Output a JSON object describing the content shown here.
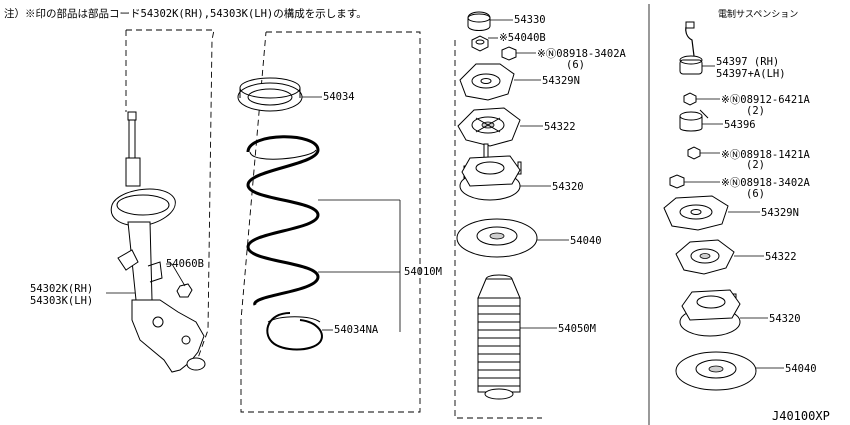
{
  "note": "注）※印の部品は部品コード54302K(RH),54303K(LH)の構成を示します。",
  "section_right_title": "電制サスペンション",
  "diagram_code": "J40100XP",
  "labels": {
    "p54330": "54330",
    "p54040B": "※54040B",
    "p08918_3402A": "※Ⓝ08918-3402A",
    "p08918_3402A_qty": "(6)",
    "p54329N": "54329N",
    "p54322": "54322",
    "p54320": "54320",
    "p54040": "54040",
    "p54050M": "54050M",
    "p54034": "54034",
    "p54010M": "54010M",
    "p54034NA": "54034NA",
    "p54060B": "54060B",
    "p54302K": "54302K(RH)",
    "p54303K": "54303K(LH)",
    "r54397": "54397  (RH)",
    "r54397A": "54397+A(LH)",
    "r08912": "※Ⓝ08912-6421A",
    "r08912_qty": "(2)",
    "r54396": "54396",
    "r08918_1421A": "※Ⓝ08918-1421A",
    "r08918_1421A_qty": "(2)",
    "r08918_3402A": "※Ⓝ08918-3402A",
    "r08918_3402A_qty": "(6)",
    "r54329N": "54329N",
    "r54322": "54322",
    "r54320": "54320",
    "r54040": "54040"
  }
}
